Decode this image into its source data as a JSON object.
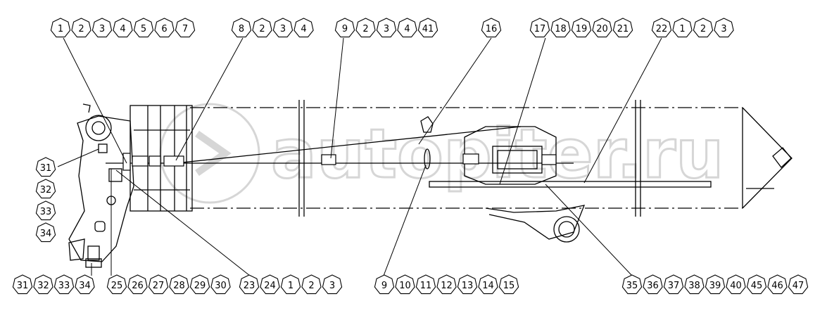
{
  "watermark": {
    "text": "autopiter.ru"
  },
  "callouts": [
    {
      "id": "top-1",
      "labels": [
        "1",
        "2",
        "3",
        "4",
        "5",
        "6",
        "7"
      ]
    },
    {
      "id": "top-2",
      "labels": [
        "8",
        "2",
        "3",
        "4"
      ]
    },
    {
      "id": "top-3",
      "labels": [
        "9",
        "2",
        "3",
        "4",
        "41"
      ]
    },
    {
      "id": "top-4",
      "labels": [
        "16"
      ]
    },
    {
      "id": "top-5",
      "labels": [
        "17",
        "18",
        "19",
        "20",
        "21"
      ]
    },
    {
      "id": "top-6",
      "labels": [
        "22",
        "1",
        "2",
        "3"
      ]
    },
    {
      "id": "left-stack",
      "labels": [
        "31",
        "32",
        "33",
        "34"
      ]
    },
    {
      "id": "bot-1",
      "labels": [
        "31",
        "32",
        "33",
        "34"
      ]
    },
    {
      "id": "bot-2",
      "labels": [
        "25",
        "26",
        "27",
        "28",
        "29",
        "30"
      ]
    },
    {
      "id": "bot-3",
      "labels": [
        "23",
        "24",
        "1",
        "2",
        "3"
      ]
    },
    {
      "id": "bot-4",
      "labels": [
        "9",
        "10",
        "11",
        "12",
        "13",
        "14",
        "15"
      ]
    },
    {
      "id": "bot-5",
      "labels": [
        "35",
        "36",
        "37",
        "38",
        "39",
        "40",
        "45",
        "46",
        "47"
      ]
    }
  ]
}
